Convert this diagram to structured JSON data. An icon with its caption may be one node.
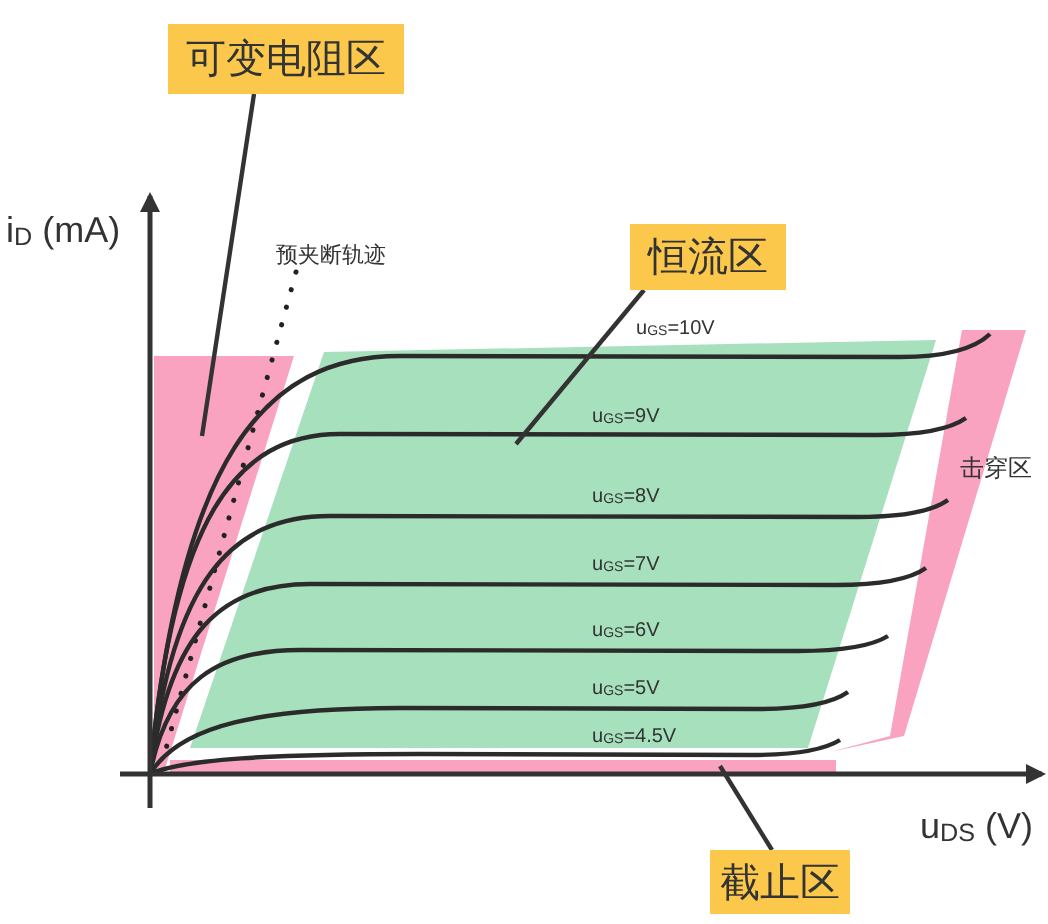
{
  "diagram": {
    "nodes": [
      {
        "text": [
          "可变电阻区"
        ]
      },
      {
        "text": [],
        "shape": "box"
      },
      {
        "text": [
          "恒流区"
        ]
      },
      {
        "text": [],
        "shape": "box"
      },
      {
        "text": [
          "截止区"
        ]
      },
      {
        "text": [],
        "shape": "bar"
      }
    ],
    "edges": [
      {
        "from": 0,
        "to": 1,
        "arrow": "none"
      },
      {
        "from": 2,
        "to": 3,
        "arrow": "none"
      },
      {
        "from": 4,
        "to": 5,
        "arrow": "none"
      }
    ],
    "labels": [
      "i$_{D}$ (mA)",
      "预夹断轨迹",
      "u$_{GS}$=10V",
      "u$_{GS}$=9V",
      "击穿区",
      "u$_{GS}$=8V",
      "u$_{GS}$=7V",
      "u$_{GS}$=6V",
      "u$_{GS}$=5V",
      "u$_{GS}$=4.5V",
      "u$_{DS}$ (V)"
    ]
  }
}
